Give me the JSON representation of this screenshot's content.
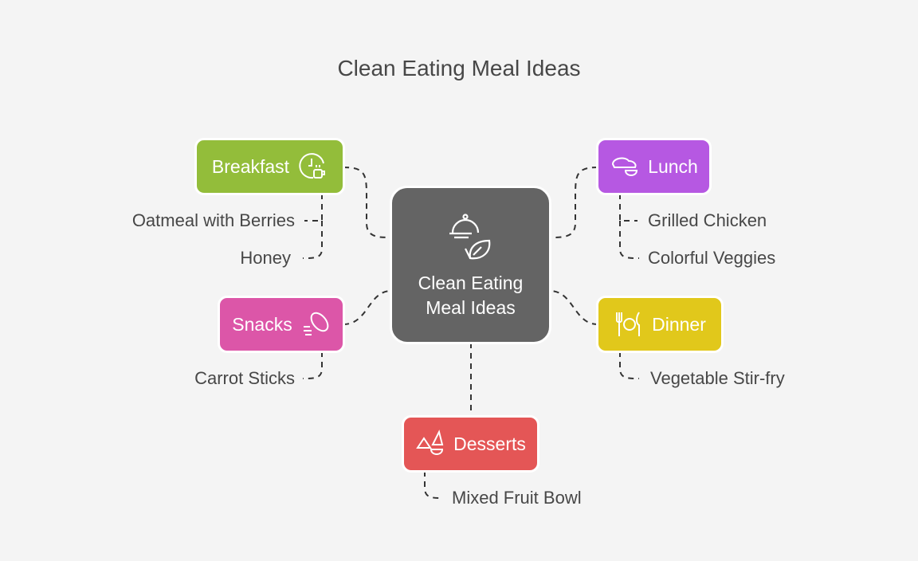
{
  "title": "Clean Eating Meal Ideas",
  "center": {
    "line1": "Clean Eating",
    "line2": "Meal Ideas",
    "icon": "cloche-leaf-icon"
  },
  "categories": {
    "breakfast": {
      "label": "Breakfast",
      "color": "#93bd3a",
      "icon": "clock-coffee-icon",
      "items": [
        "Oatmeal with Berries",
        "Honey"
      ]
    },
    "lunch": {
      "label": "Lunch",
      "color": "#b658e2",
      "icon": "lunch-bowl-icon",
      "items": [
        "Grilled Chicken",
        "Colorful Veggies"
      ]
    },
    "snacks": {
      "label": "Snacks",
      "color": "#dc56a8",
      "icon": "snack-bar-icon",
      "items": [
        "Carrot Sticks"
      ]
    },
    "dinner": {
      "label": "Dinner",
      "color": "#e1c81b",
      "icon": "fork-knife-plate-icon",
      "items": [
        "Vegetable Stir-fry"
      ]
    },
    "desserts": {
      "label": "Desserts",
      "color": "#e45656",
      "icon": "cake-dessert-icon",
      "items": [
        "Mixed Fruit Bowl"
      ]
    }
  }
}
